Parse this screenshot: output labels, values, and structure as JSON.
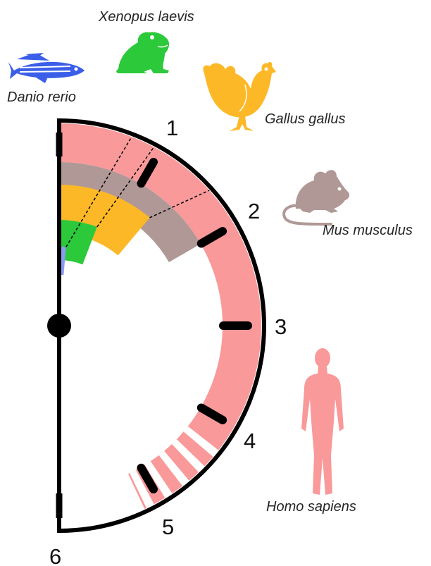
{
  "colors": {
    "human": "#f9999a",
    "mouse": "#b09896",
    "chicken": "#fdb827",
    "frog": "#2cc93a",
    "zebrafish": "#8a9cf2",
    "fish_icon": "#3a5ee8",
    "outline": "#000000"
  },
  "dial": {
    "numbers": [
      "1",
      "2",
      "3",
      "4",
      "5",
      "6"
    ]
  },
  "species": [
    {
      "id": "zebrafish",
      "name": "Danio rerio",
      "icon": "zebrafish-icon"
    },
    {
      "id": "frog",
      "name": "Xenopus laevis",
      "icon": "frog-icon"
    },
    {
      "id": "chicken",
      "name": "Gallus gallus",
      "icon": "chicken-icon"
    },
    {
      "id": "mouse",
      "name": "Mus musculus",
      "icon": "mouse-icon"
    },
    {
      "id": "human",
      "name": "Homo sapiens",
      "icon": "human-icon"
    }
  ]
}
